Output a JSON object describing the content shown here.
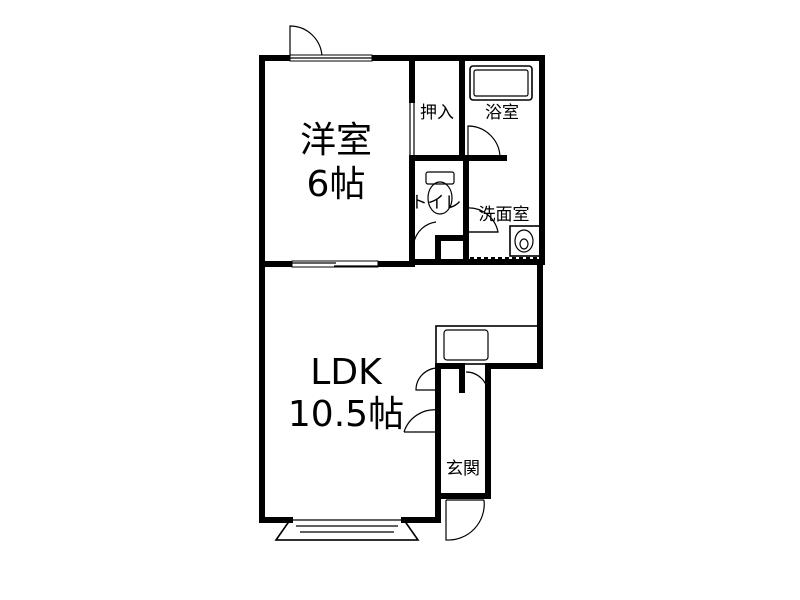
{
  "rooms": {
    "western_room_name": "洋室",
    "western_room_size": "6帖",
    "ldk_name": "LDK",
    "ldk_size": "10.5帖",
    "closet": "押入",
    "bathroom": "浴室",
    "toilet": "トイレ",
    "washroom": "洗面室",
    "entrance": "玄関"
  }
}
